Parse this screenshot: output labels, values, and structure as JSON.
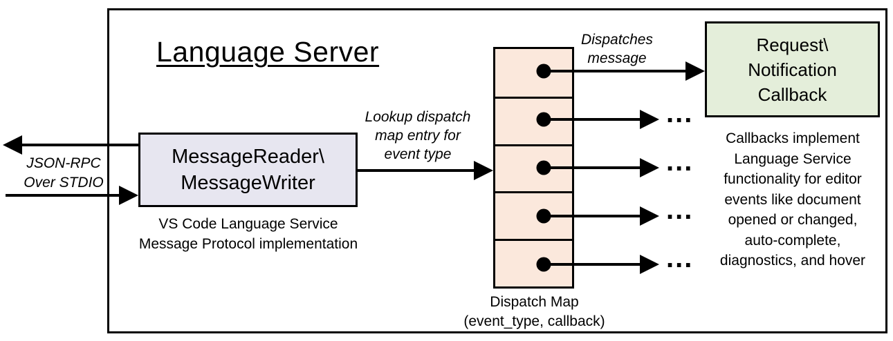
{
  "title": "Language Server",
  "stdio_label": {
    "line1": "JSON-RPC",
    "line2": "Over STDIO"
  },
  "message_rw": {
    "line1": "MessageReader\\",
    "line2": "MessageWriter",
    "caption_line1": "VS Code Language Service",
    "caption_line2": "Message Protocol implementation"
  },
  "lookup_label": {
    "line1": "Lookup dispatch",
    "line2": "map entry for",
    "line3": "event type"
  },
  "dispatch_map": {
    "cell_count": 5,
    "label_line1": "Dispatch Map",
    "label_line2": "(event_type, callback)"
  },
  "dispatches_label": {
    "line1": "Dispatches",
    "line2": "message"
  },
  "callback_box": {
    "line1": "Request\\",
    "line2": "Notification",
    "line3": "Callback"
  },
  "callback_note": {
    "lines": [
      "Callbacks implement",
      "Language Service",
      "functionality for editor",
      "events like document",
      "opened or changed,",
      "auto-complete,",
      "diagnostics, and hover"
    ]
  },
  "ellipsis": "...",
  "colors": {
    "message_rw_fill": "#e7e6f0",
    "dispatch_cell_fill": "#fbe8dc",
    "callback_fill": "#e4eeda",
    "stroke": "#000000",
    "background": "#ffffff"
  }
}
